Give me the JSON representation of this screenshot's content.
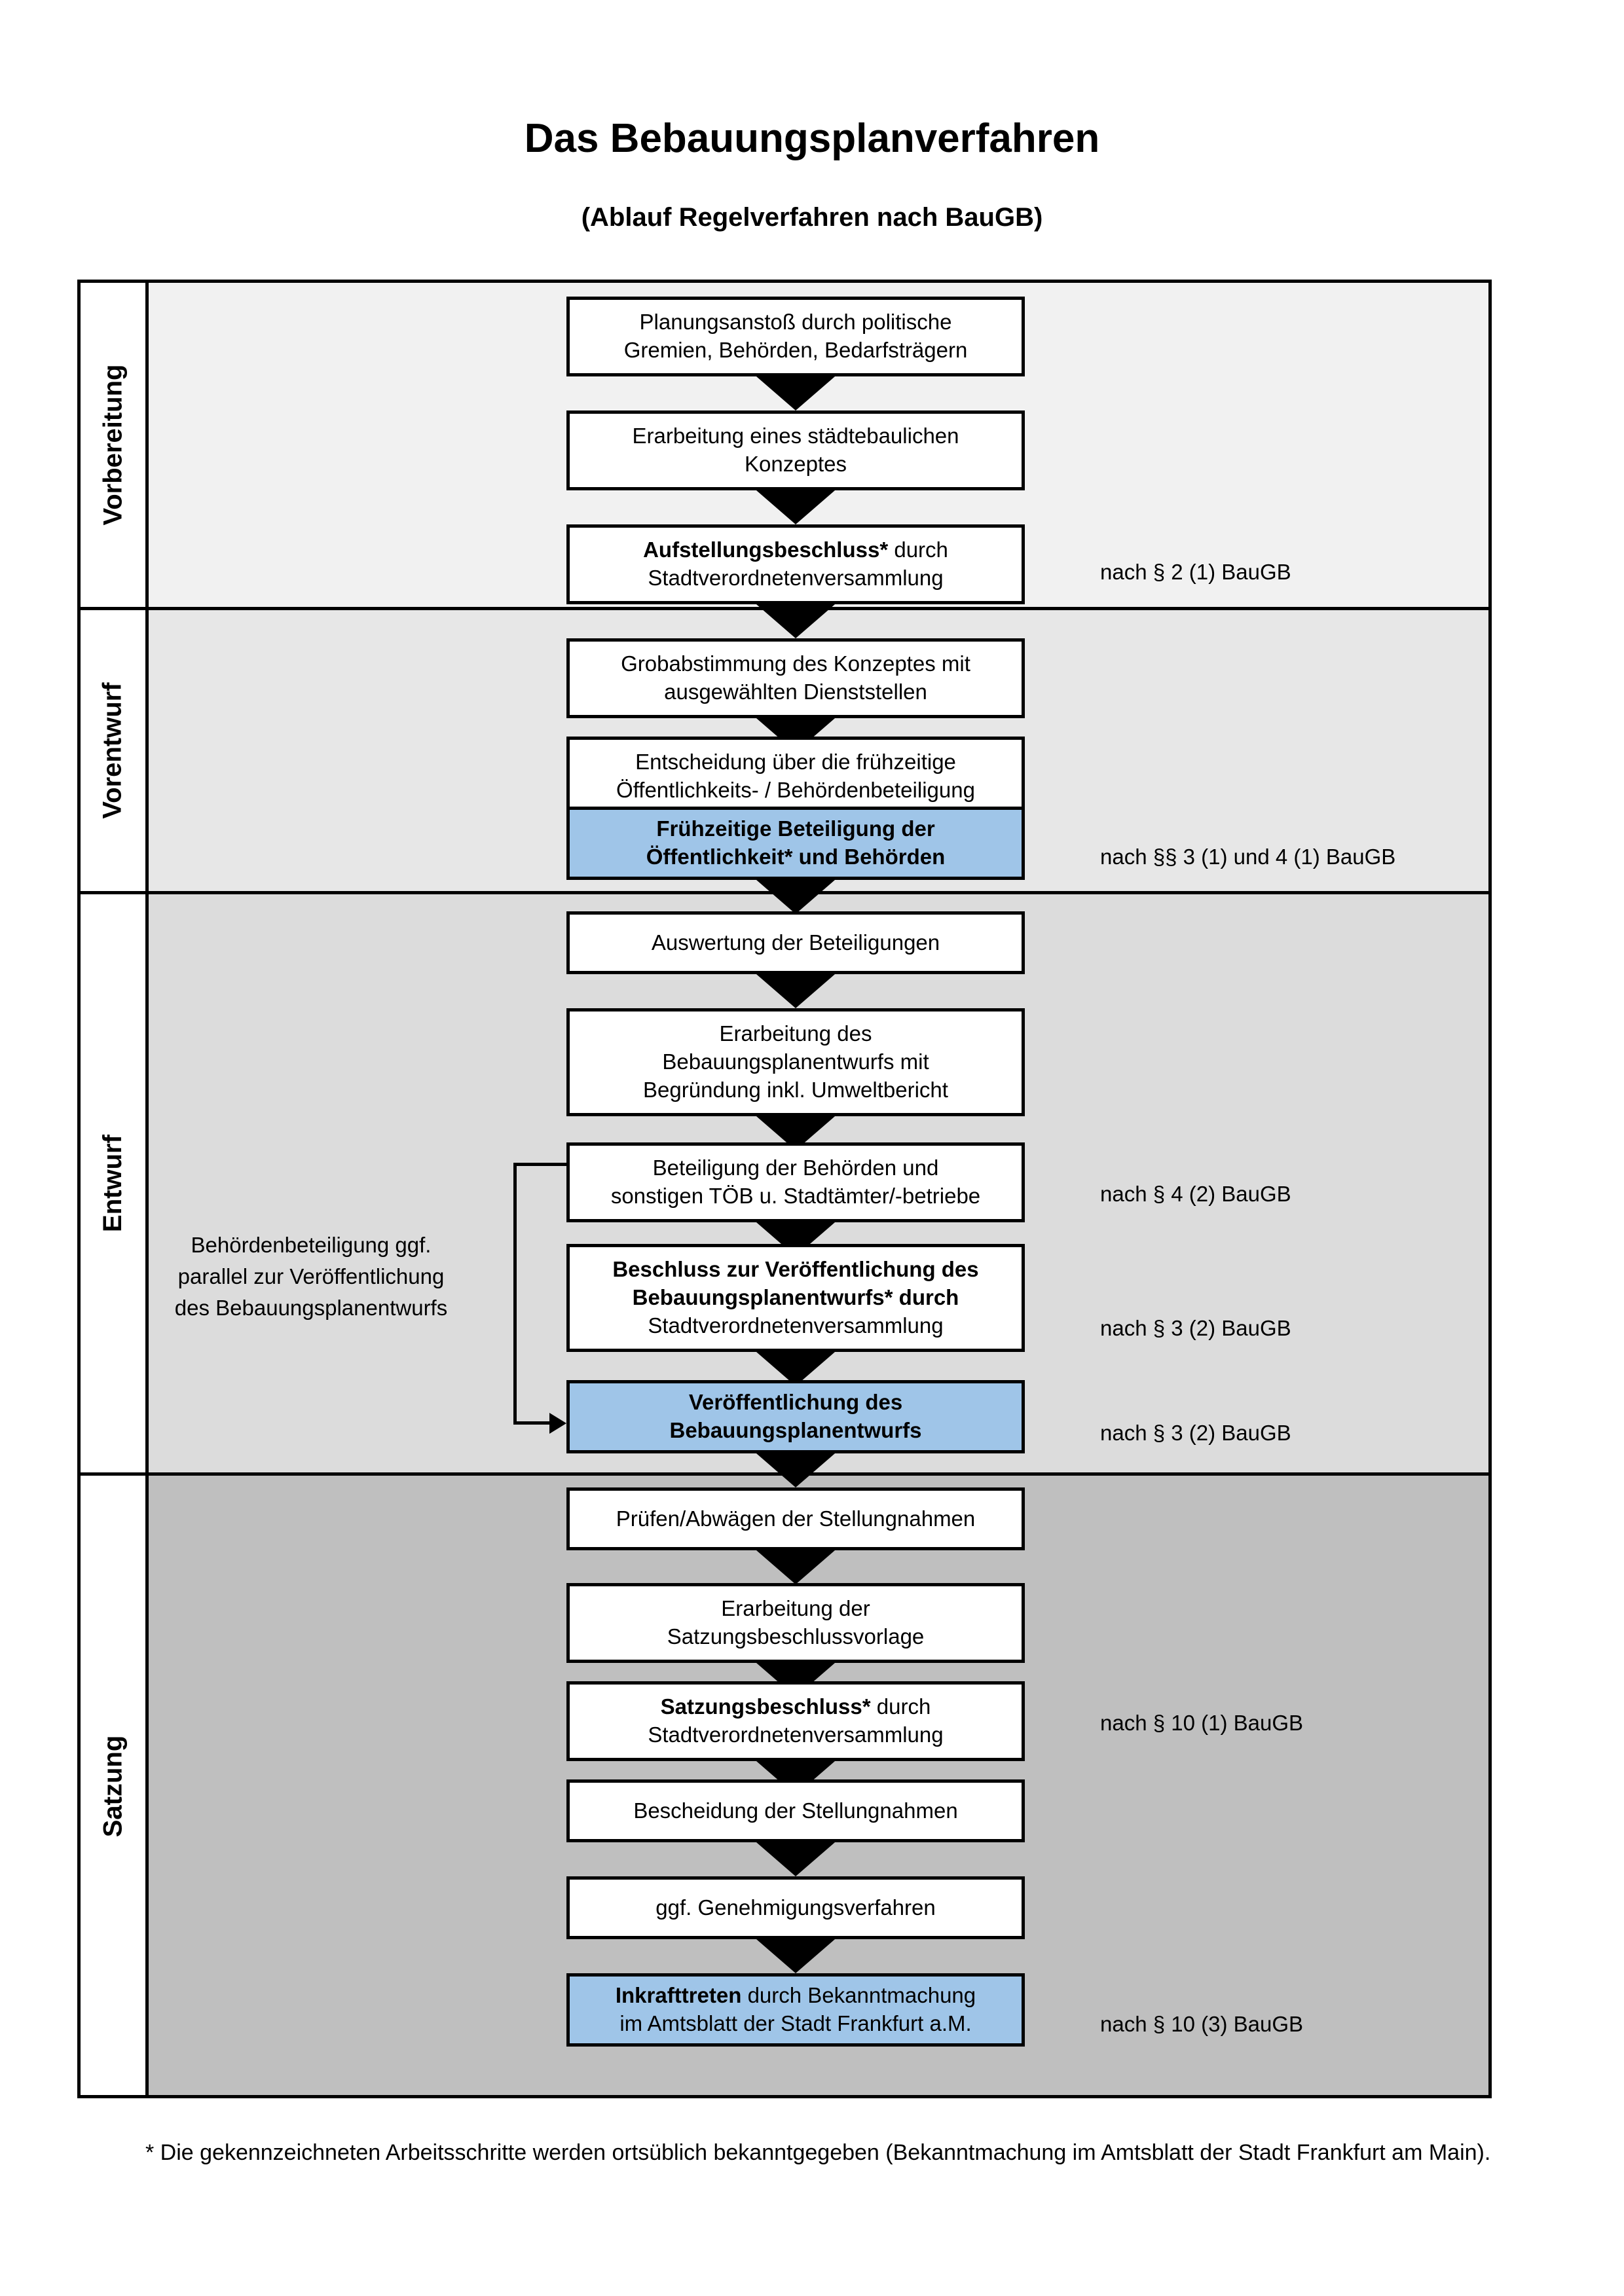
{
  "document": {
    "title": "Das Bebauungsplanverfahren",
    "subtitle": "(Ablauf Regelverfahren nach BauGB)",
    "footnote": "* Die gekennzeichneten Arbeitsschritte werden ortsüblich bekanntgegeben (Bekanntmachung im Amtsblatt  der Stadt Frankfurt am Main)."
  },
  "colors": {
    "band_vorbereitung": "#f1f1f1",
    "band_vorentwurf": "#e7e7e7",
    "band_entwurf": "#dcdcdc",
    "band_satzung": "#bfbfbf",
    "highlight_box": "#9fc5e8",
    "line": "#000000",
    "box_fill": "#ffffff"
  },
  "phases": [
    {
      "label": "Vorbereitung"
    },
    {
      "label": "Vorentwurf"
    },
    {
      "label": "Entwurf"
    },
    {
      "label": "Satzung"
    }
  ],
  "annotation": {
    "text": "Behördenbeteiligung ggf. parallel zur Veröffentlichung des Bebauungsplanentwurfs"
  },
  "steps": [
    {
      "id": "planungsanstoss",
      "phase": "Vorbereitung",
      "highlight": false,
      "lines": [
        "Planungsanstoß durch politische",
        "Gremien, Behörden, Bedarfsträgern"
      ]
    },
    {
      "id": "staedtebauliches-konzept",
      "phase": "Vorbereitung",
      "highlight": false,
      "lines": [
        "Erarbeitung eines städtebaulichen",
        "Konzeptes"
      ]
    },
    {
      "id": "aufstellungsbeschluss",
      "phase": "Vorbereitung",
      "highlight": false,
      "bold_prefix": "Aufstellungsbeschluss*",
      "rest_first_line": " durch",
      "lines": [
        "Aufstellungsbeschluss* durch",
        "Stadtverordnetenversammlung"
      ]
    },
    {
      "id": "grobabstimmung",
      "phase": "Vorentwurf",
      "highlight": false,
      "lines": [
        "Grobabstimmung des Konzeptes mit",
        "ausgewählten Dienststellen"
      ]
    },
    {
      "id": "entscheidung-fruehzeitige-beteiligung",
      "phase": "Vorentwurf",
      "highlight": false,
      "lines": [
        "Entscheidung über die frühzeitige",
        "Öffentlichkeits- / Behördenbeteiligung"
      ]
    },
    {
      "id": "fruehzeitige-beteiligung",
      "phase": "Vorentwurf",
      "highlight": true,
      "lines": [
        "Frühzeitige Beteiligung der",
        "Öffentlichkeit* und Behörden"
      ]
    },
    {
      "id": "auswertung-beteiligungen",
      "phase": "Entwurf",
      "highlight": false,
      "lines": [
        "Auswertung der Beteiligungen"
      ]
    },
    {
      "id": "erarbeitung-entwurf",
      "phase": "Entwurf",
      "highlight": false,
      "lines": [
        "Erarbeitung des",
        "Bebauungsplanentwurfs mit",
        "Begründung inkl. Umweltbericht"
      ]
    },
    {
      "id": "beteiligung-behoerden-toeb",
      "phase": "Entwurf",
      "highlight": false,
      "lines": [
        "Beteiligung der Behörden und",
        "sonstigen TÖB u. Stadtämter/-betriebe"
      ]
    },
    {
      "id": "beschluss-veroeffentlichung",
      "phase": "Entwurf",
      "highlight": false,
      "bold_prefix": "Beschluss zur Veröffentlichung des Bebauungsplanentwurfs*",
      "lines": [
        "Beschluss zur Veröffentlichung des",
        "Bebauungsplanentwurfs* durch",
        "Stadtverordnetenversammlung"
      ]
    },
    {
      "id": "veroeffentlichung-entwurf",
      "phase": "Entwurf",
      "highlight": true,
      "lines": [
        "Veröffentlichung des",
        "Bebauungsplanentwurfs"
      ]
    },
    {
      "id": "pruefen-abwaegen",
      "phase": "Satzung",
      "highlight": false,
      "lines": [
        "Prüfen/Abwägen der Stellungnahmen"
      ]
    },
    {
      "id": "erarbeitung-satzungsbeschlussvorlage",
      "phase": "Satzung",
      "highlight": false,
      "lines": [
        "Erarbeitung der",
        "Satzungsbeschlussvorlage"
      ]
    },
    {
      "id": "satzungsbeschluss",
      "phase": "Satzung",
      "highlight": false,
      "bold_prefix": "Satzungsbeschluss*",
      "lines": [
        "Satzungsbeschluss* durch",
        "Stadtverordnetenversammlung"
      ]
    },
    {
      "id": "bescheidung-stellungnahmen",
      "phase": "Satzung",
      "highlight": false,
      "lines": [
        "Bescheidung der Stellungnahmen"
      ]
    },
    {
      "id": "genehmigungsverfahren",
      "phase": "Satzung",
      "highlight": false,
      "lines": [
        "ggf. Genehmigungsverfahren"
      ]
    },
    {
      "id": "inkrafttreten",
      "phase": "Satzung",
      "highlight": true,
      "bold_prefix": "Inkrafttreten",
      "lines": [
        "Inkrafttreten durch Bekanntmachung",
        "im Amtsblatt der Stadt Frankfurt a.M."
      ]
    }
  ],
  "references": [
    {
      "id": "ref-par2-1",
      "text": "nach § 2 (1) BauGB"
    },
    {
      "id": "ref-par3-1-4-1",
      "text": "nach §§ 3 (1) und 4 (1) BauGB"
    },
    {
      "id": "ref-par4-2",
      "text": "nach § 4 (2) BauGB"
    },
    {
      "id": "ref-par3-2-a",
      "text": "nach § 3 (2) BauGB"
    },
    {
      "id": "ref-par3-2-b",
      "text": "nach § 3 (2) BauGB"
    },
    {
      "id": "ref-par10-1",
      "text": "nach § 10 (1) BauGB"
    },
    {
      "id": "ref-par10-3",
      "text": "nach § 10 (3) BauGB"
    }
  ]
}
